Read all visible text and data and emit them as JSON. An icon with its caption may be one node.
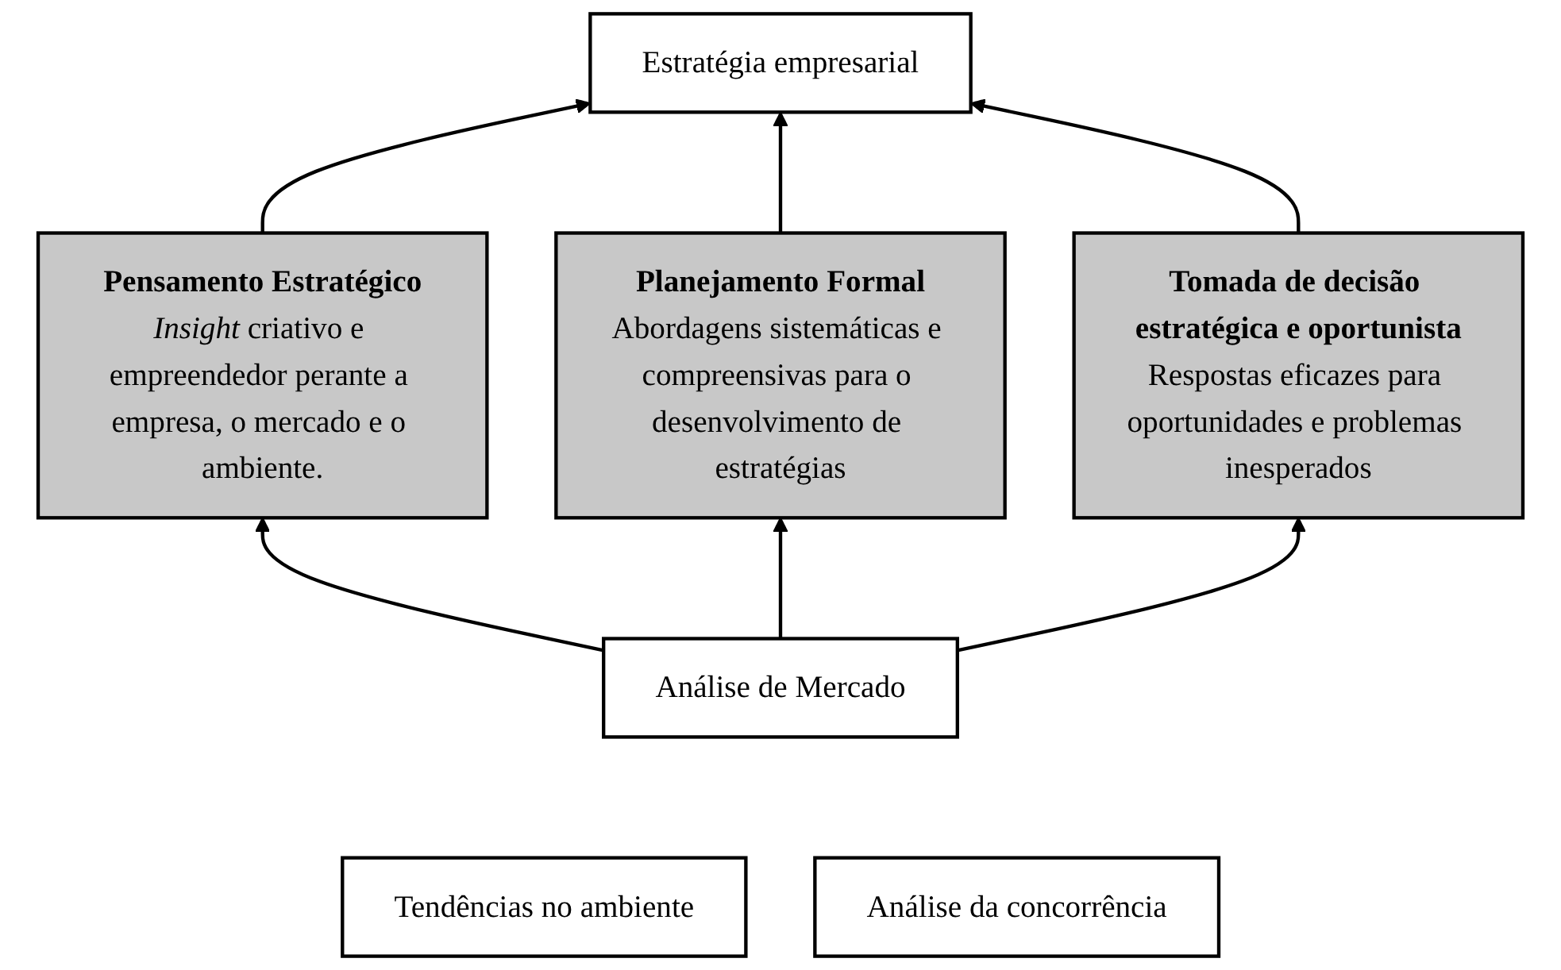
{
  "diagram": {
    "nodes": [
      {
        "text": [
          "Estratégia empresarial"
        ]
      },
      {
        "text": [
          "Pensamento Estratégico",
          "*Insight* criativo e empreendedor perante a empresa, o mercado e o ambiente."
        ]
      },
      {
        "text": [
          "Planejamento Formal",
          "Abordagens sistemáticas e compreensivas para o desenvolvimento de estratégias"
        ]
      },
      {
        "text": [
          "Tomada de decisão estratégica e oportunista",
          "Respostas eficazes para oportunidades e problemas inesperados"
        ]
      },
      {
        "text": [
          "Análise de Mercado"
        ]
      },
      {
        "text": [
          "Tendências no ambiente"
        ]
      },
      {
        "text": [
          "Análise da concorrência"
        ]
      }
    ],
    "edges": [
      {
        "from": 1,
        "to": 0,
        "arrow": "to"
      },
      {
        "from": 2,
        "to": 0,
        "arrow": "to"
      },
      {
        "from": 3,
        "to": 0,
        "arrow": "to"
      },
      {
        "from": 4,
        "to": 1,
        "arrow": "to"
      },
      {
        "from": 4,
        "to": 2,
        "arrow": "to"
      },
      {
        "from": 4,
        "to": 3,
        "arrow": "to"
      }
    ]
  }
}
